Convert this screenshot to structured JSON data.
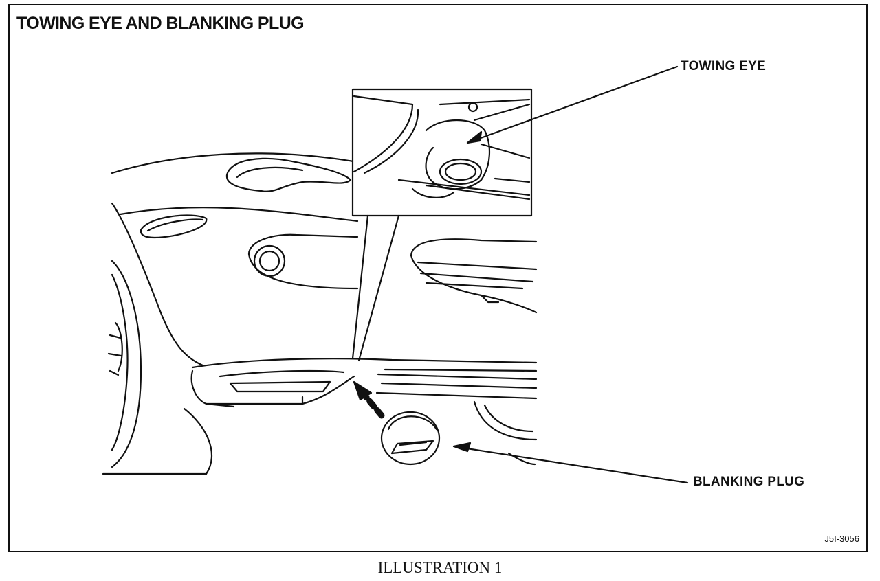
{
  "title": "TOWING EYE AND BLANKING PLUG",
  "callouts": {
    "towing_eye": "TOWING EYE",
    "blanking_plug": "BLANKING PLUG"
  },
  "reference_code": "J5I-3056",
  "caption": "ILLUSTRATION 1"
}
